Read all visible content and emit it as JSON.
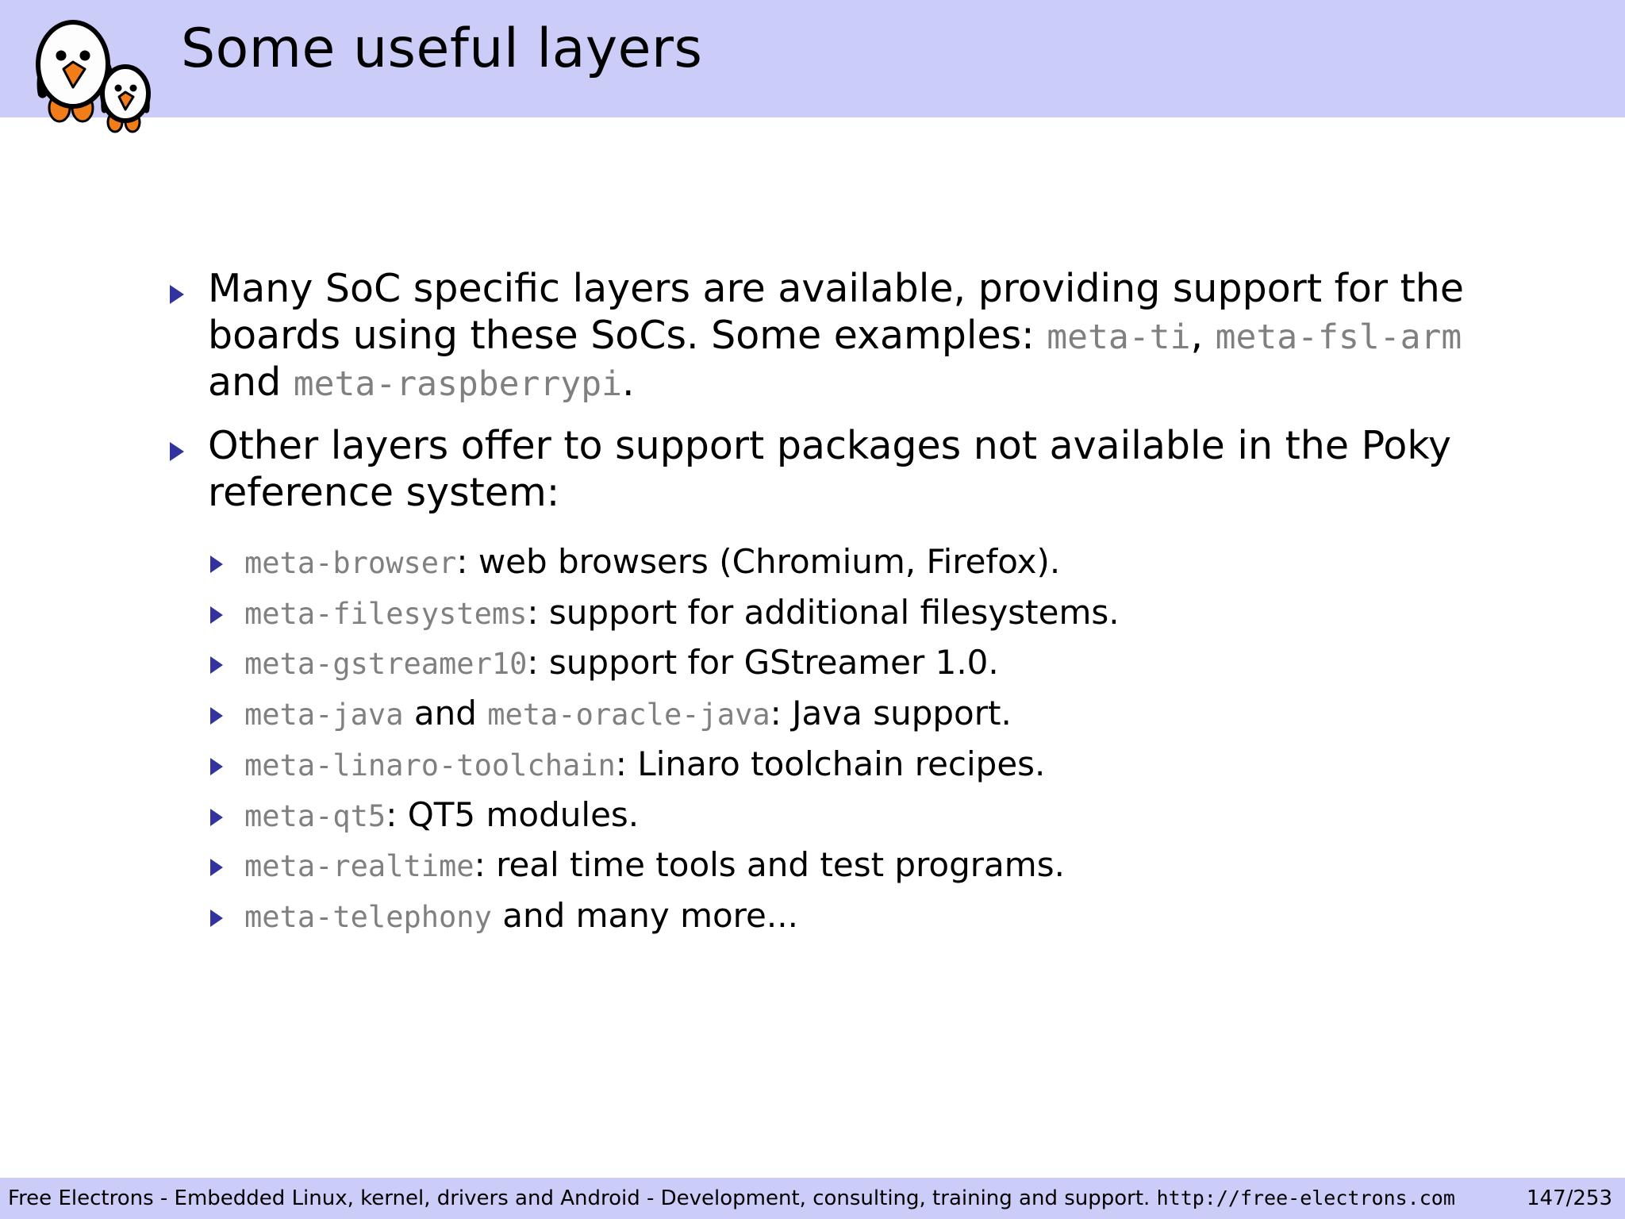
{
  "slide": {
    "title": "Some useful layers",
    "accent_color": "#ccccf9",
    "bullet_color": "#3333a0",
    "mono_color": "#808080",
    "logo_name": "free-electrons-penguins-logo"
  },
  "bullets": [
    {
      "segments": [
        {
          "type": "text",
          "value": "Many SoC specific layers are available, providing support for the boards using these SoCs. Some examples: "
        },
        {
          "type": "mono",
          "value": "meta-ti"
        },
        {
          "type": "text",
          "value": ", "
        },
        {
          "type": "mono",
          "value": "meta-fsl-arm"
        },
        {
          "type": "text",
          "value": " and "
        },
        {
          "type": "mono",
          "value": "meta-raspberrypi"
        },
        {
          "type": "text",
          "value": "."
        }
      ]
    },
    {
      "segments": [
        {
          "type": "text",
          "value": "Other layers offer to support packages not available in the Poky reference system:"
        }
      ]
    }
  ],
  "sub_bullets": [
    {
      "segments": [
        {
          "type": "mono",
          "value": "meta-browser"
        },
        {
          "type": "text",
          "value": ": web browsers (Chromium, Firefox)."
        }
      ]
    },
    {
      "segments": [
        {
          "type": "mono",
          "value": "meta-filesystems"
        },
        {
          "type": "text",
          "value": ": support for additional filesystems."
        }
      ]
    },
    {
      "segments": [
        {
          "type": "mono",
          "value": "meta-gstreamer10"
        },
        {
          "type": "text",
          "value": ": support for GStreamer 1.0."
        }
      ]
    },
    {
      "segments": [
        {
          "type": "mono",
          "value": "meta-java"
        },
        {
          "type": "text",
          "value": " and "
        },
        {
          "type": "mono",
          "value": "meta-oracle-java"
        },
        {
          "type": "text",
          "value": ": Java support."
        }
      ]
    },
    {
      "segments": [
        {
          "type": "mono",
          "value": "meta-linaro-toolchain"
        },
        {
          "type": "text",
          "value": ": Linaro toolchain recipes."
        }
      ]
    },
    {
      "segments": [
        {
          "type": "mono",
          "value": "meta-qt5"
        },
        {
          "type": "text",
          "value": ": QT5 modules."
        }
      ]
    },
    {
      "segments": [
        {
          "type": "mono",
          "value": "meta-realtime"
        },
        {
          "type": "text",
          "value": ": real time tools and test programs."
        }
      ]
    },
    {
      "segments": [
        {
          "type": "mono",
          "value": "meta-telephony"
        },
        {
          "type": "text",
          "value": " and many more..."
        }
      ]
    }
  ],
  "footer": {
    "text": "Free Electrons - Embedded Linux, kernel, drivers and Android - Development, consulting, training and support.",
    "url": "http://free-electrons.com",
    "page": "147/253"
  }
}
